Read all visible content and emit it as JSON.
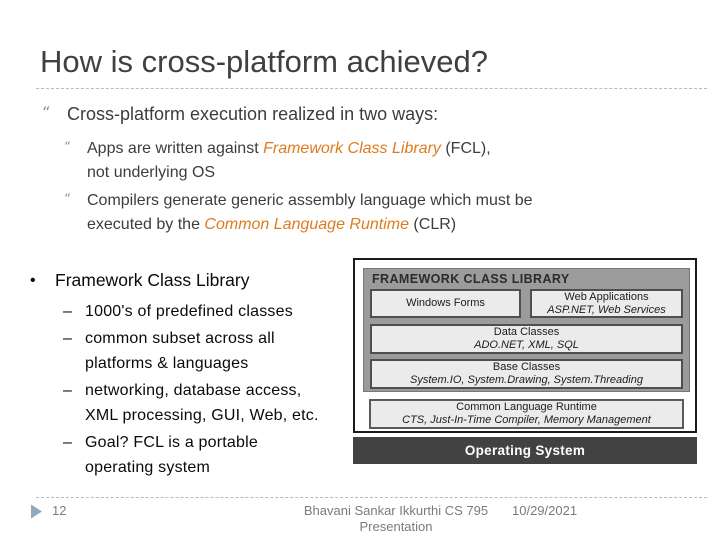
{
  "slide": {
    "title": "How is cross-platform achieved?",
    "page_number": "12",
    "footer": {
      "credit_line1": "Bhavani Sankar Ikkurthi CS 795",
      "credit_line2": "Presentation",
      "date": "10/29/2021"
    }
  },
  "bullets_style": {
    "quote_char": "“",
    "dot_char": "•",
    "dash_char": "–"
  },
  "intro": {
    "lead": "Cross-platform execution realized in two ways:",
    "points": [
      {
        "line1_pre": "Apps are written against ",
        "em": "Framework Class Library",
        "line1_post": " (FCL),",
        "line2": "not underlying OS"
      },
      {
        "line1": "Compilers generate generic assembly language which must be",
        "line2_pre": "executed by the ",
        "em": "Common Language Runtime",
        "line2_post": " (CLR)"
      }
    ]
  },
  "fcl_section": {
    "heading": "Framework Class Library",
    "items": [
      {
        "line1": "1000's of predefined classes"
      },
      {
        "line1": "common subset across all",
        "line2": "platforms & languages"
      },
      {
        "line1": "networking, database access,",
        "line2": "XML processing, GUI, Web, etc."
      },
      {
        "line1": "Goal? FCL is a portable",
        "line2": "operating system"
      }
    ]
  },
  "diagram": {
    "title": "FRAMEWORK CLASS LIBRARY",
    "windows_forms": "Windows Forms",
    "web_apps": {
      "title": "Web Applications",
      "sub": "ASP.NET, Web Services"
    },
    "data_classes": {
      "title": "Data Classes",
      "sub": "ADO.NET, XML, SQL"
    },
    "base_classes": {
      "title": "Base Classes",
      "sub": "System.IO, System.Drawing, System.Threading"
    },
    "clr": {
      "title": "Common Language Runtime",
      "sub": "CTS, Just-In-Time Compiler, Memory Management"
    },
    "os": "Operating System"
  },
  "colors": {
    "accent_orange": "#de7b1f",
    "title_gray": "#404040",
    "footer_arrow_blue": "#8fa9bf",
    "diagram_container_gray": "#9b9b9b",
    "diagram_box_fill": "#ebebeb",
    "os_bar_dark": "#424242"
  }
}
